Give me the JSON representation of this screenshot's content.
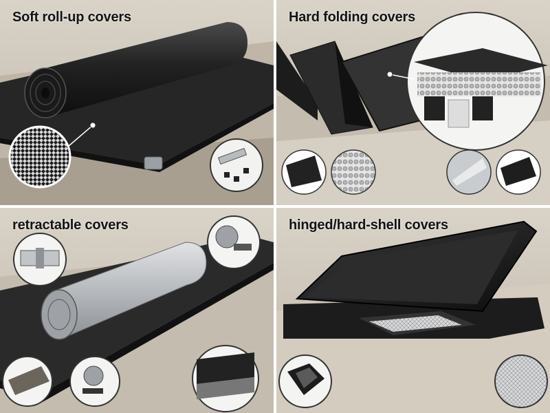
{
  "panels": [
    {
      "title": "Soft roll-up covers"
    },
    {
      "title": "Hard folding covers"
    },
    {
      "title": "retractable covers"
    },
    {
      "title": "hinged/hard-shell covers"
    }
  ],
  "colors": {
    "cover_black": "#1c1c1c",
    "truck_beige": "#cfc6b8",
    "aluminum": "#b8bcc0"
  }
}
